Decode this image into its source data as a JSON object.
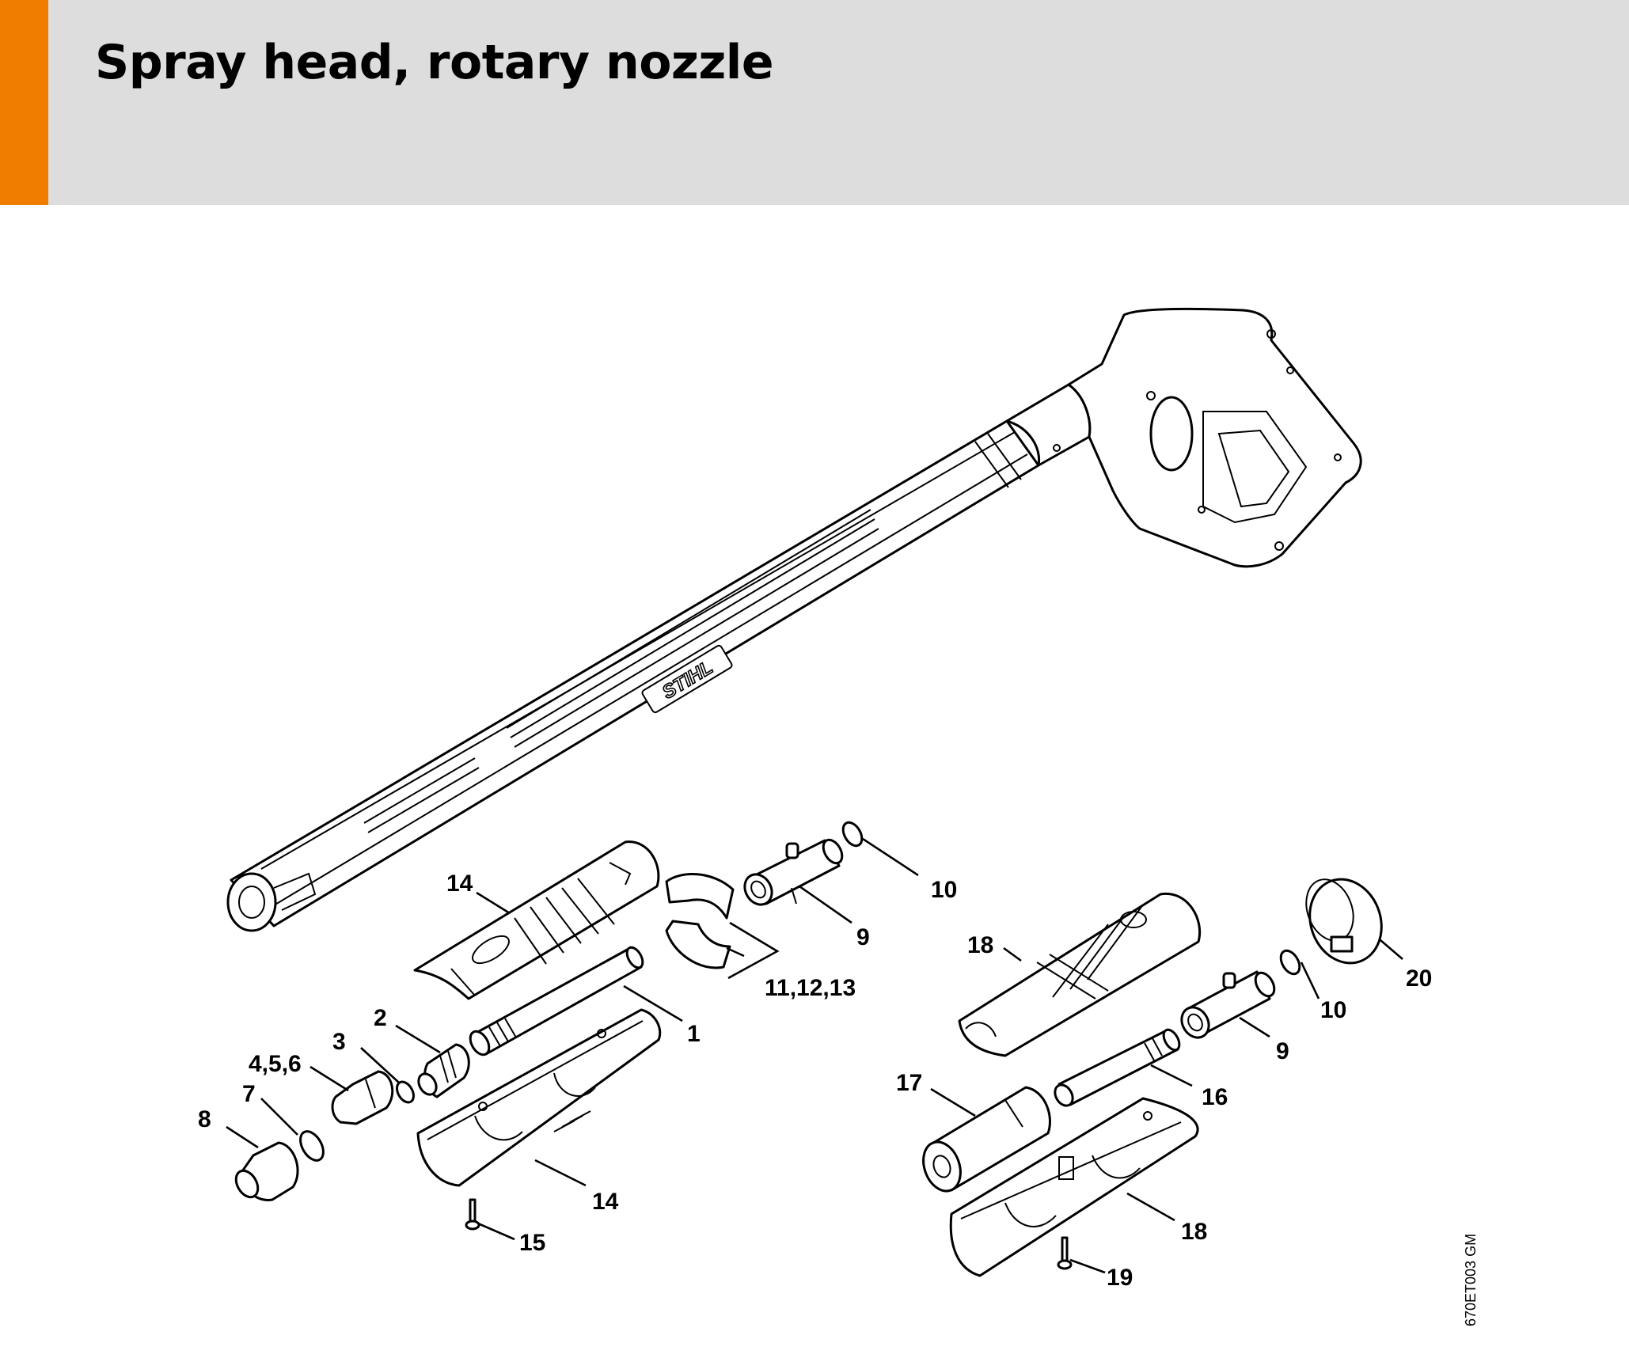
{
  "header": {
    "title": "Spray head, rotary nozzle",
    "accent_color": "#f07d00",
    "band_color": "#dcdddc"
  },
  "diagram": {
    "brand_mark": "STIHL",
    "drawing_code": "670ET003 GM",
    "labels": {
      "l1": "1",
      "l2": "2",
      "l3": "3",
      "l456": "4,5,6",
      "l7": "7",
      "l8": "8",
      "l9a": "9",
      "l10a": "10",
      "l111213": "11,12,13",
      "l14top": "14",
      "l14bot": "14",
      "l15": "15",
      "l16": "16",
      "l17": "17",
      "l18top": "18",
      "l18bot": "18",
      "l19": "19",
      "l20": "20",
      "l9b": "9",
      "l10b": "10"
    }
  }
}
